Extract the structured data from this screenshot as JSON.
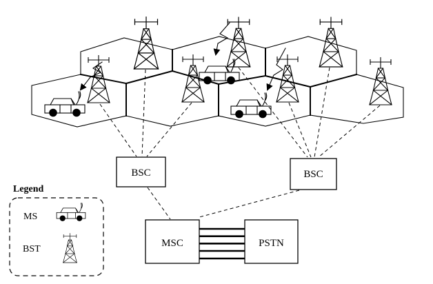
{
  "boxes": {
    "bsc_left": "BSC",
    "bsc_right": "BSC",
    "msc": "MSC",
    "pstn": "PSTN"
  },
  "legend": {
    "title": "Legend",
    "items": [
      {
        "label": "MS",
        "symbol": "car-icon"
      },
      {
        "label": "BST",
        "symbol": "tower-icon"
      }
    ]
  },
  "colors": {
    "line": "#000000",
    "background": "#ffffff"
  }
}
